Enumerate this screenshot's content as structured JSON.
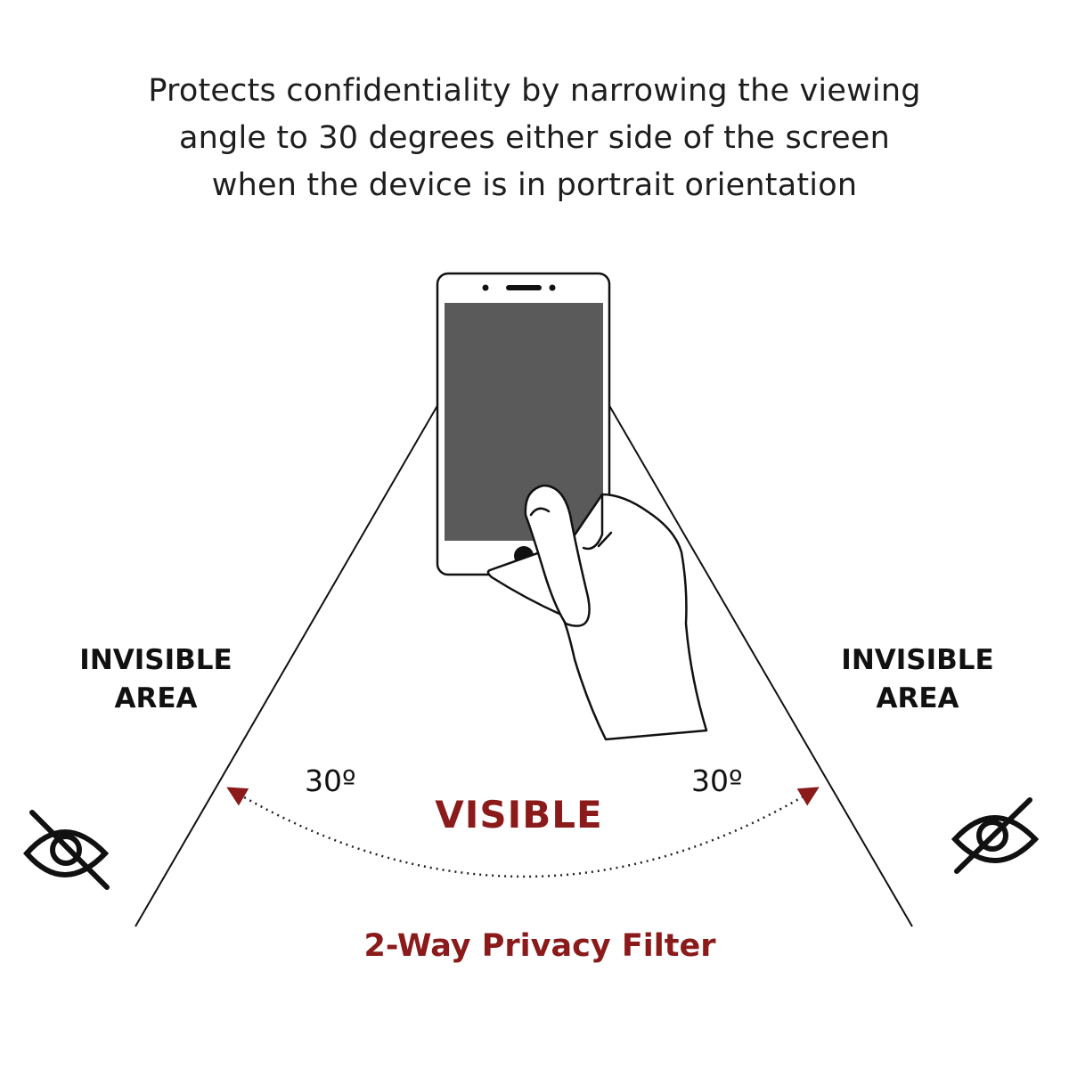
{
  "headline": {
    "line1": "Protects confidentiality by narrowing the viewing",
    "line2": "angle to 30 degrees either side of the screen",
    "line3": "when the device is in portrait orientation"
  },
  "left_area": {
    "line1": "INVISIBLE",
    "line2": "AREA"
  },
  "right_area": {
    "line1": "INVISIBLE",
    "line2": "AREA"
  },
  "angle_left": "30º",
  "angle_right": "30º",
  "visible_label": "VISIBLE",
  "filter_label": "2-Way Privacy Filter",
  "colors": {
    "accent": "#8b1a1a",
    "line": "#111111",
    "phone_screen": "#5a5a5a"
  },
  "icons": {
    "left": "eye-slash-icon",
    "right": "eye-slash-icon",
    "device": "smartphone-icon",
    "hand": "hand-icon"
  }
}
